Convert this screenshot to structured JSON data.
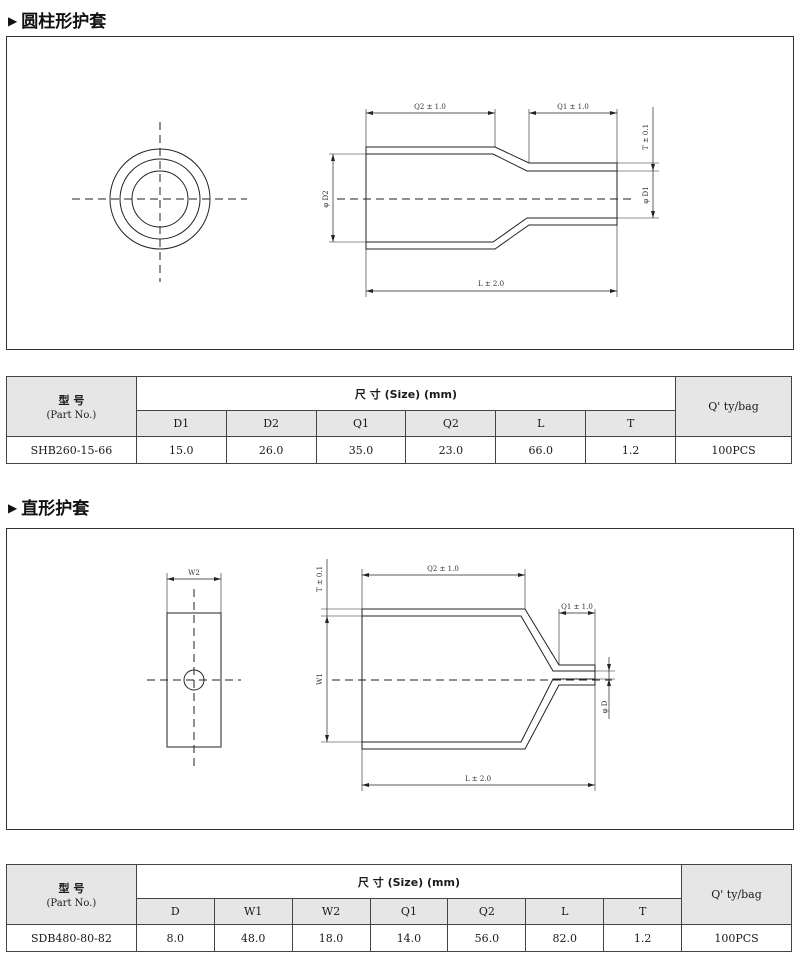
{
  "section1": {
    "title": "圆柱形护套",
    "dims": {
      "q2": "Q2 ± 1.0",
      "q1": "Q1 ± 1.0",
      "t": "T ± 0.1",
      "d2": "φ D2",
      "d1": "φ D1",
      "l": "L ± 2.0"
    },
    "table": {
      "model_label": "型 号",
      "part_label": "(Part No.)",
      "size_label": "尺  寸 (Size) (mm)",
      "qty_label": "Q' ty/bag",
      "columns": [
        "D1",
        "D2",
        "Q1",
        "Q2",
        "L",
        "T"
      ],
      "row": {
        "part_no": "SHB260-15-66",
        "values": [
          "15.0",
          "26.0",
          "35.0",
          "23.0",
          "66.0",
          "1.2"
        ],
        "qty": "100PCS"
      }
    }
  },
  "section2": {
    "title": "直形护套",
    "dims": {
      "w2": "W2",
      "t": "T ± 0.1",
      "q2": "Q2 ± 1.0",
      "q1": "Q1 ± 1.0",
      "w1": "W1",
      "d": "φ D",
      "l": "L ± 2.0"
    },
    "table": {
      "model_label": "型 号",
      "part_label": "(Part No.)",
      "size_label": "尺  寸 (Size) (mm)",
      "qty_label": "Q' ty/bag",
      "columns": [
        "D",
        "W1",
        "W2",
        "Q1",
        "Q2",
        "L",
        "T"
      ],
      "row": {
        "part_no": "SDB480-80-82",
        "values": [
          "8.0",
          "48.0",
          "18.0",
          "14.0",
          "56.0",
          "82.0",
          "1.2"
        ],
        "qty": "100PCS"
      }
    }
  }
}
